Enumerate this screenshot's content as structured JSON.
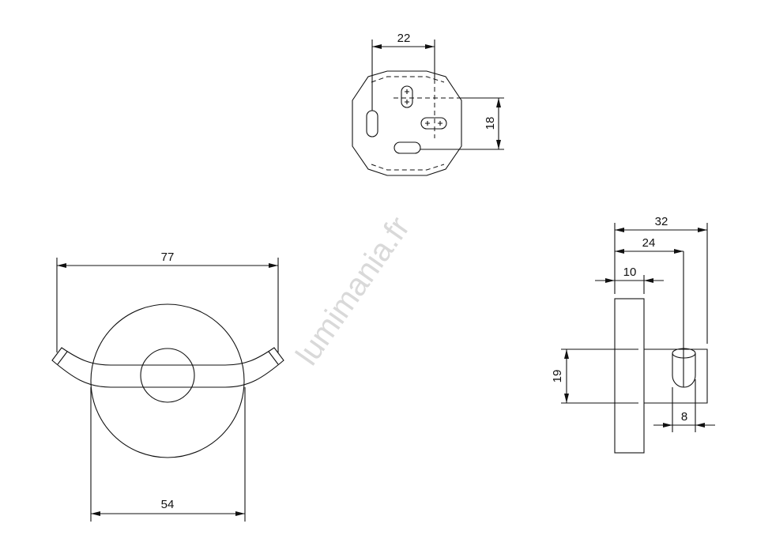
{
  "watermark": "lumimania.fr",
  "top_view": {
    "dim_width": "22",
    "dim_height": "18"
  },
  "front_view": {
    "dim_total_width": "77",
    "dim_base_diameter": "54"
  },
  "side_view": {
    "dim_depth_total": "32",
    "dim_depth_hook": "24",
    "dim_plate_thickness": "10",
    "dim_arm_height": "19",
    "dim_tip_diameter": "8"
  }
}
